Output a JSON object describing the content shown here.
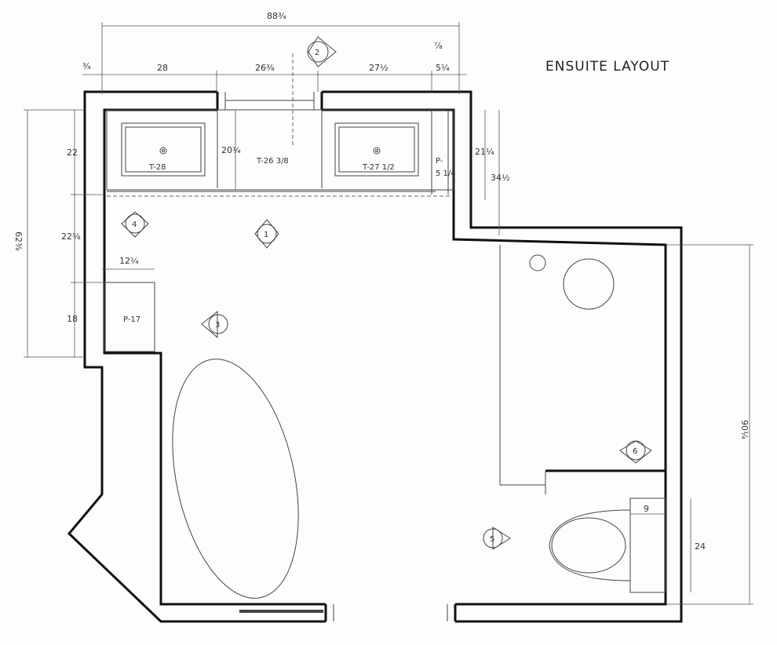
{
  "title": "ENSUITE LAYOUT",
  "dimensions": {
    "overall_width": "88¾",
    "left_trim": "¾",
    "vanity_left": "28",
    "vanity_center": "26⅜",
    "vanity_right": "27½",
    "pantry_width": "5¼",
    "right_trim": "⅞",
    "vanity_depth": "20¼",
    "right_depth": "21¼",
    "right_overall": "34½",
    "left_overall": "62⅜",
    "left_top": "22",
    "left_mid": "22⅜",
    "left_bottom": "18",
    "cabinet_depth": "12¼",
    "shower_height": "90¼",
    "toilet_depth": "9",
    "toilet_width": "24"
  },
  "labels": {
    "sink_left": "T-28",
    "center": "T-26 3/8",
    "sink_right": "T-27 1/2",
    "pantry_a": "P-",
    "pantry_b": "5 1/4",
    "cabinet": "P-17"
  },
  "markers": [
    "1",
    "2",
    "3",
    "4",
    "5",
    "6"
  ]
}
